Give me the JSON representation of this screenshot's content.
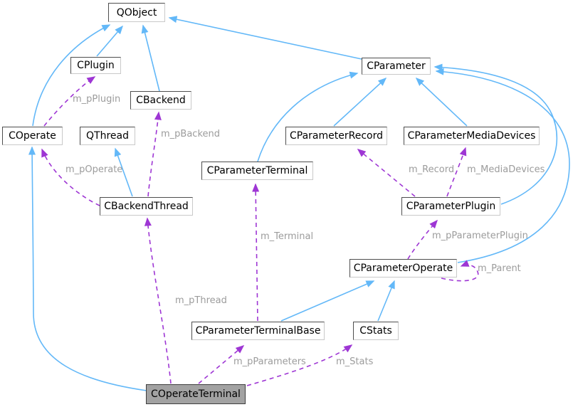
{
  "diagram": {
    "type": "collaboration-graph",
    "focus_node": "COperateTerminal",
    "colors": {
      "inheritance_edge": "#63b8f8",
      "usage_edge": "#9e36d4",
      "edge_label": "#9c9c9c",
      "node_fill": "#ffffff",
      "node_text": "#000000",
      "focus_node_fill": "#a2a2a2"
    },
    "nodes": [
      {
        "id": "QObject",
        "label": "QObject"
      },
      {
        "id": "CPlugin",
        "label": "CPlugin"
      },
      {
        "id": "CBackend",
        "label": "CBackend"
      },
      {
        "id": "COperate",
        "label": "COperate"
      },
      {
        "id": "QThread",
        "label": "QThread"
      },
      {
        "id": "CParameter",
        "label": "CParameter"
      },
      {
        "id": "CParameterRecord",
        "label": "CParameterRecord"
      },
      {
        "id": "CParameterMediaDevices",
        "label": "CParameterMediaDevices"
      },
      {
        "id": "CParameterTerminal",
        "label": "CParameterTerminal"
      },
      {
        "id": "CBackendThread",
        "label": "CBackendThread"
      },
      {
        "id": "CParameterPlugin",
        "label": "CParameterPlugin"
      },
      {
        "id": "CParameterOperate",
        "label": "CParameterOperate"
      },
      {
        "id": "CParameterTerminalBase",
        "label": "CParameterTerminalBase"
      },
      {
        "id": "CStats",
        "label": "CStats"
      },
      {
        "id": "COperateTerminal",
        "label": "COperateTerminal"
      }
    ],
    "edge_labels": [
      {
        "text": "m_pPlugin"
      },
      {
        "text": "m_pBackend"
      },
      {
        "text": "m_pOperate"
      },
      {
        "text": "m_Record"
      },
      {
        "text": "m_MediaDevices"
      },
      {
        "text": "m_Terminal"
      },
      {
        "text": "m_pParameterPlugin"
      },
      {
        "text": "m_Parent"
      },
      {
        "text": "m_pThread"
      },
      {
        "text": "m_pParameters"
      },
      {
        "text": "m_Stats"
      }
    ],
    "edges": [
      {
        "from": "CPlugin",
        "to": "QObject",
        "relation": "inheritance",
        "label": ""
      },
      {
        "from": "CBackend",
        "to": "QObject",
        "relation": "inheritance",
        "label": ""
      },
      {
        "from": "COperate",
        "to": "QObject",
        "relation": "inheritance",
        "label": ""
      },
      {
        "from": "CParameter",
        "to": "QObject",
        "relation": "inheritance",
        "label": ""
      },
      {
        "from": "CBackendThread",
        "to": "QThread",
        "relation": "inheritance",
        "label": ""
      },
      {
        "from": "CParameterRecord",
        "to": "CParameter",
        "relation": "inheritance",
        "label": ""
      },
      {
        "from": "CParameterMediaDevices",
        "to": "CParameter",
        "relation": "inheritance",
        "label": ""
      },
      {
        "from": "CParameterTerminal",
        "to": "CParameter",
        "relation": "inheritance",
        "label": ""
      },
      {
        "from": "CParameterPlugin",
        "to": "CParameter",
        "relation": "inheritance",
        "label": ""
      },
      {
        "from": "CParameterOperate",
        "to": "CParameter",
        "relation": "inheritance",
        "label": ""
      },
      {
        "from": "CParameterTerminalBase",
        "to": "CParameterOperate",
        "relation": "inheritance",
        "label": ""
      },
      {
        "from": "CStats",
        "to": "CParameterOperate",
        "relation": "inheritance",
        "label": ""
      },
      {
        "from": "COperateTerminal",
        "to": "COperate",
        "relation": "inheritance",
        "label": ""
      },
      {
        "from": "COperate",
        "to": "CPlugin",
        "relation": "usage",
        "label": "m_pPlugin"
      },
      {
        "from": "CBackendThread",
        "to": "CBackend",
        "relation": "usage",
        "label": "m_pBackend"
      },
      {
        "from": "CBackendThread",
        "to": "COperate",
        "relation": "usage",
        "label": "m_pOperate"
      },
      {
        "from": "CParameterPlugin",
        "to": "CParameterRecord",
        "relation": "usage",
        "label": "m_Record"
      },
      {
        "from": "CParameterPlugin",
        "to": "CParameterMediaDevices",
        "relation": "usage",
        "label": "m_MediaDevices"
      },
      {
        "from": "CParameterTerminalBase",
        "to": "CParameterTerminal",
        "relation": "usage",
        "label": "m_Terminal"
      },
      {
        "from": "CParameterOperate",
        "to": "CParameterPlugin",
        "relation": "usage",
        "label": "m_pParameterPlugin"
      },
      {
        "from": "CParameterOperate",
        "to": "CParameterOperate",
        "relation": "usage",
        "label": "m_Parent"
      },
      {
        "from": "COperateTerminal",
        "to": "CBackendThread",
        "relation": "usage",
        "label": "m_pThread"
      },
      {
        "from": "COperateTerminal",
        "to": "CParameterTerminalBase",
        "relation": "usage",
        "label": "m_pParameters"
      },
      {
        "from": "COperateTerminal",
        "to": "CStats",
        "relation": "usage",
        "label": "m_Stats"
      }
    ]
  }
}
